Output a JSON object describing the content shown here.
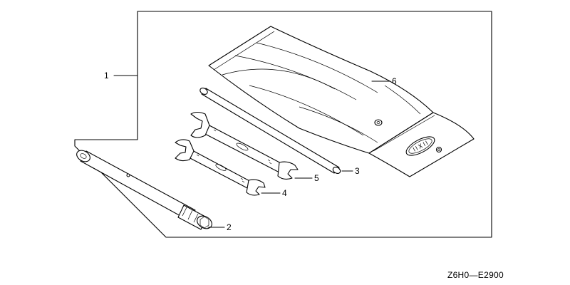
{
  "diagram": {
    "callouts": [
      {
        "id": "1",
        "label": "1"
      },
      {
        "id": "2",
        "label": "2"
      },
      {
        "id": "3",
        "label": "3"
      },
      {
        "id": "4",
        "label": "4"
      },
      {
        "id": "5",
        "label": "5"
      },
      {
        "id": "6",
        "label": "6"
      }
    ],
    "drawing_code": "Z6H0—E2900"
  }
}
